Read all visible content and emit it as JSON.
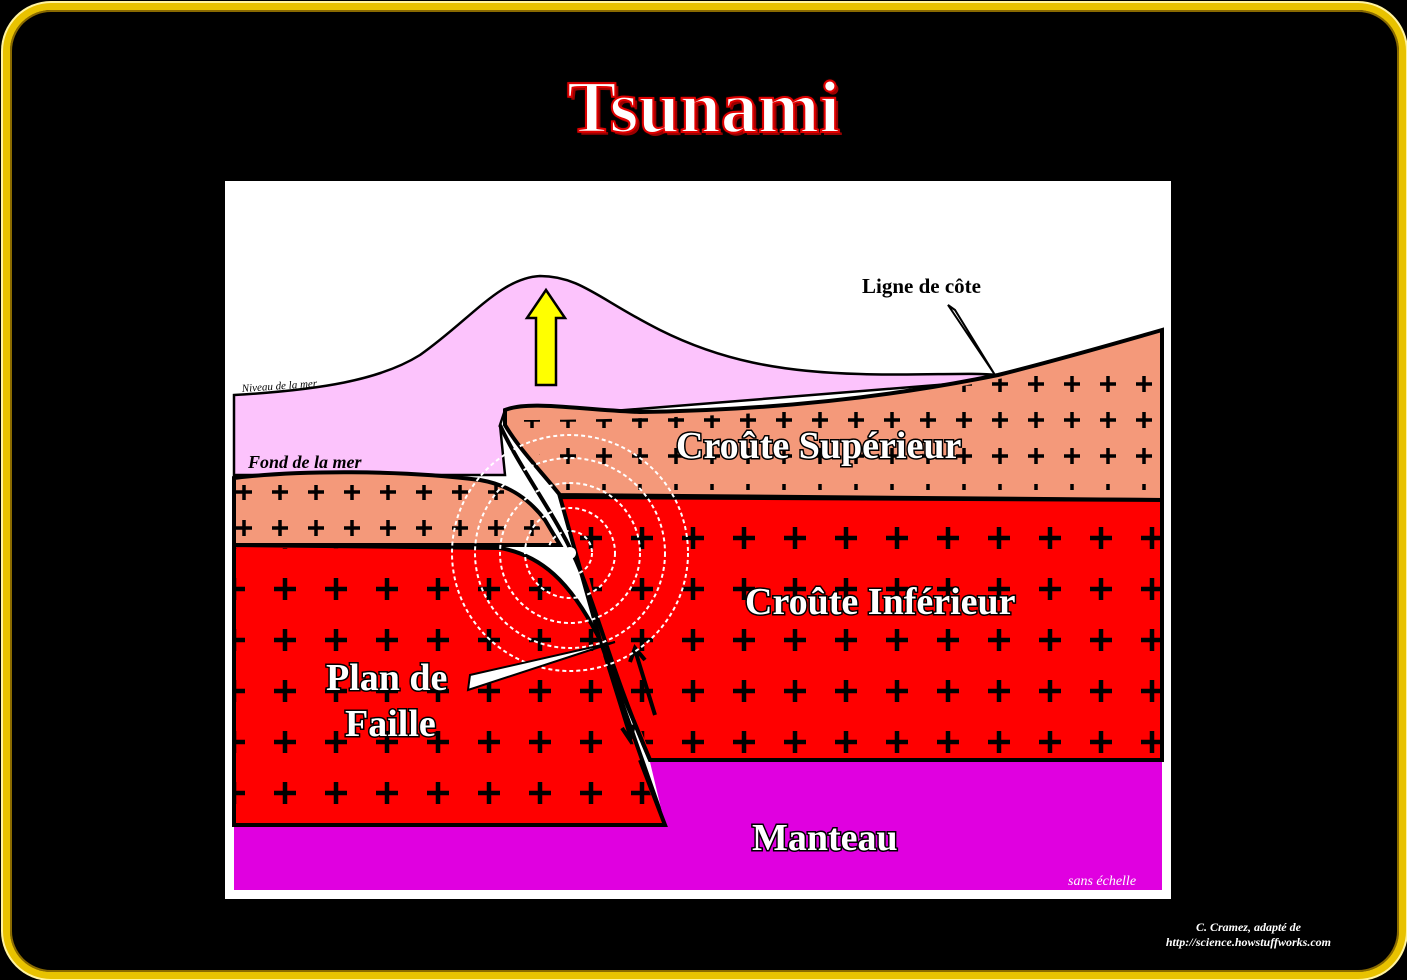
{
  "title": "Tsunami",
  "labels": {
    "sea_level": "Niveau de la mer",
    "sea_floor": "Fond de la mer",
    "coastline": "Ligne de côte",
    "upper_crust": "Croûte Supérieur",
    "lower_crust": "Croûte Inférieur",
    "fault_plane_line1": "Plan de",
    "fault_plane_line2": "Faille",
    "mantle": "Manteau",
    "scale_note": "sans échelle"
  },
  "credit": {
    "line1": "C. Cramez, adapté de",
    "line2": "http://science.howstuffworks.com"
  },
  "colors": {
    "water": "#fcc3fc",
    "upper_crust": "#f4997a",
    "lower_crust": "#ff0000",
    "mantle": "#e000e0",
    "uplift_arrow": "#ffff00",
    "frame": "#e8c200"
  }
}
